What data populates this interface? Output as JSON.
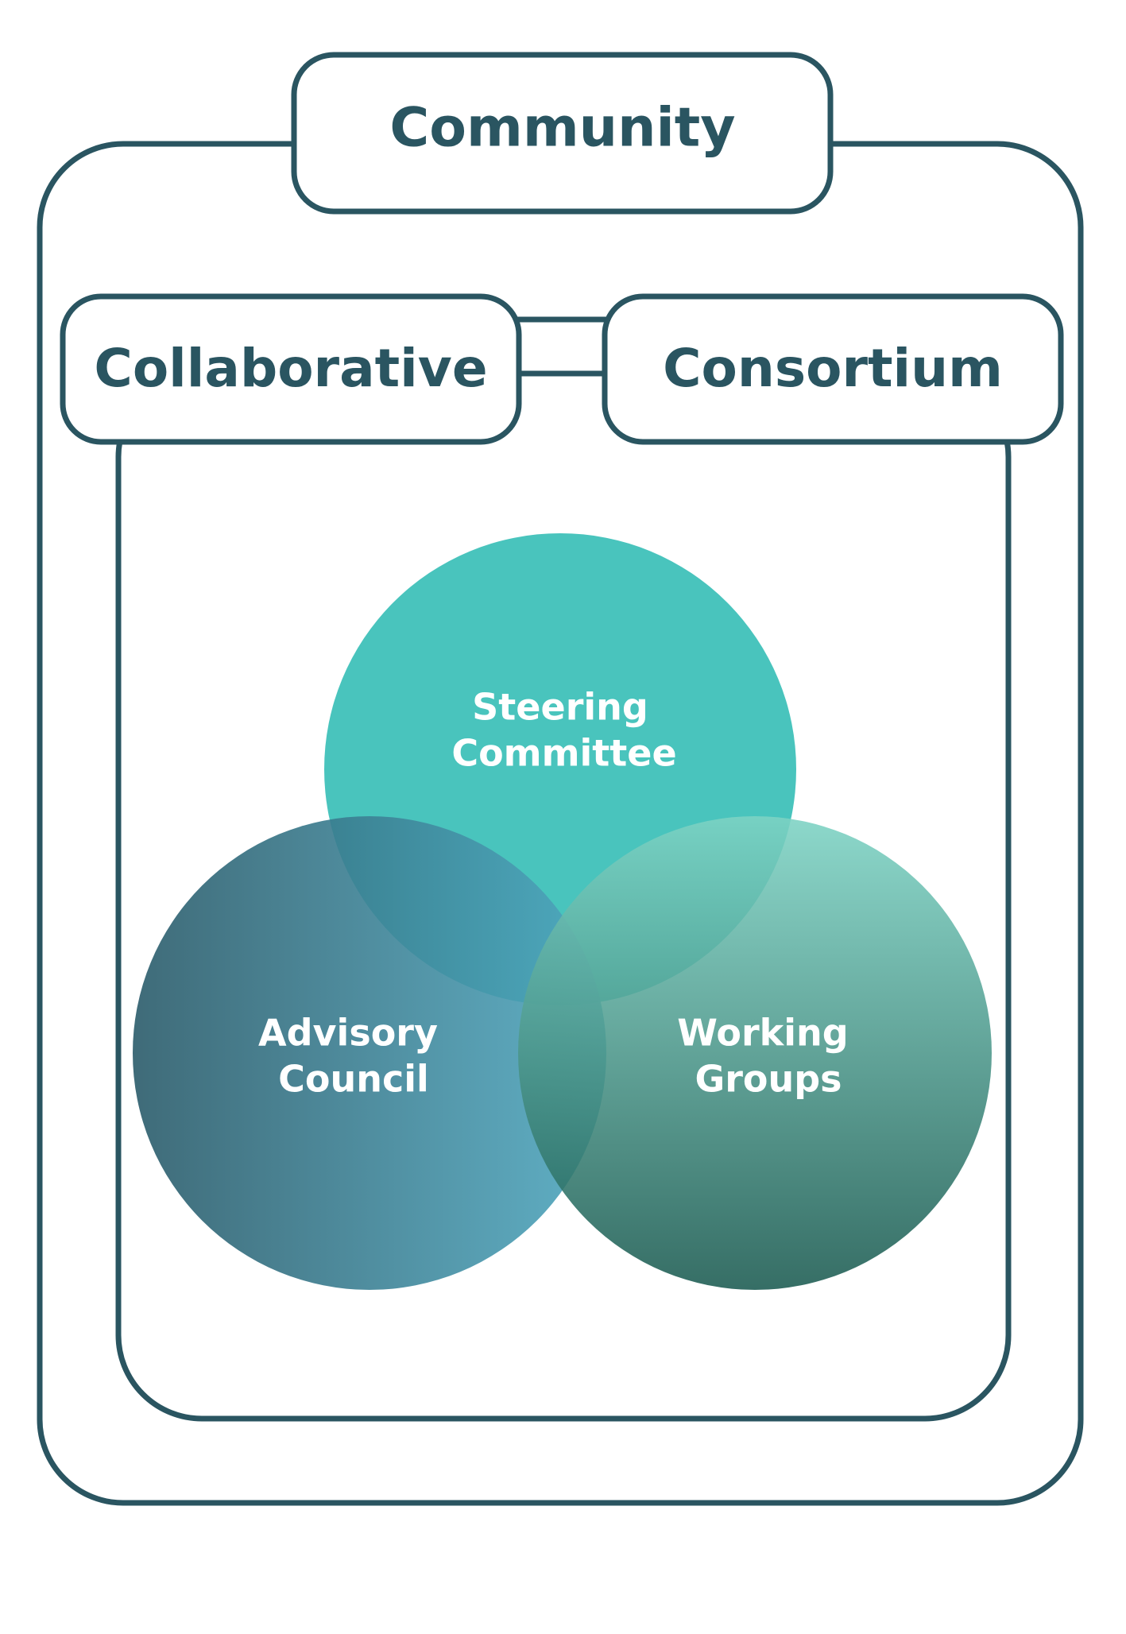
{
  "community": {
    "label": "Community"
  },
  "collaborative": {
    "label": "Collaborative"
  },
  "consortium": {
    "label": "Consortium"
  },
  "circles": {
    "steering": {
      "line1": "Steering",
      "line2": "Committee"
    },
    "advisory": {
      "line1": "Advisory",
      "line2": "Council"
    },
    "working": {
      "line1": "Working",
      "line2": "Groups"
    }
  },
  "colors": {
    "outline": "#2a5561",
    "steering": "#3bbfb8",
    "advisory_start": "#2a5b6a",
    "advisory_end": "#4fa8c0",
    "working_start": "#7dd3c4",
    "working_end": "#1a5a50"
  }
}
